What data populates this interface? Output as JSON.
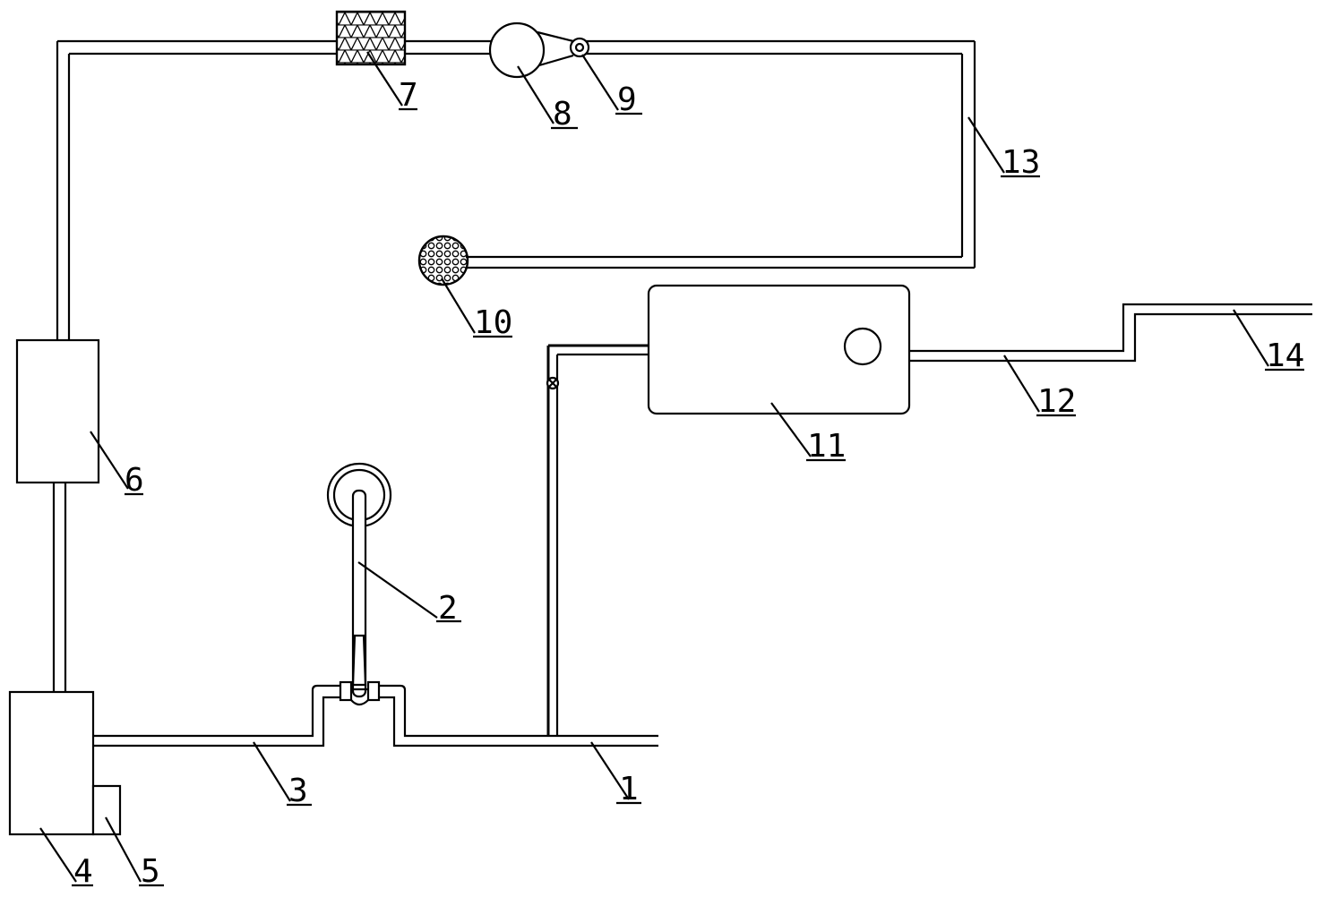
{
  "labels": {
    "l1": "1",
    "l2": "2",
    "l3": "3",
    "l4": "4",
    "l5": "5",
    "l6": "6",
    "l7": "7",
    "l8": "8",
    "l9": "9",
    "l10": "10",
    "l11": "11",
    "l12": "12",
    "l13": "13",
    "l14": "14"
  },
  "colors": {
    "stroke": "#000000",
    "background": "#ffffff"
  }
}
